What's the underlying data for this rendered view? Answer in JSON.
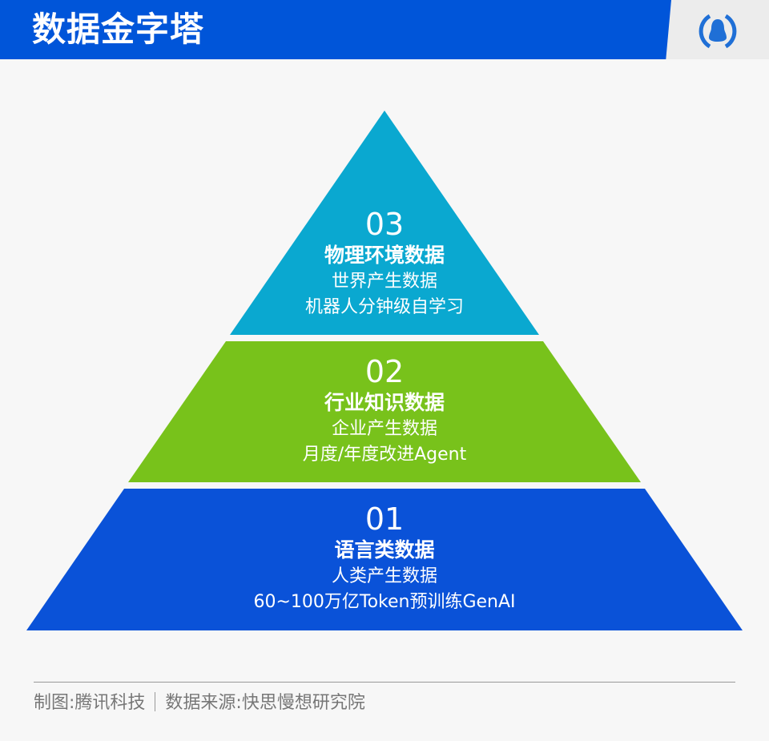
{
  "header": {
    "title": "数据金字塔",
    "logo_icon": "penguin-logo-icon"
  },
  "colors": {
    "header": "#0055d9",
    "tier3": "#0aa8d0",
    "tier2": "#78c21b",
    "tier1": "#0a52d8"
  },
  "tiers": [
    {
      "number": "03",
      "name": "物理环境数据",
      "line1": "世界产生数据",
      "line2": "机器人分钟级自学习"
    },
    {
      "number": "02",
      "name": "行业知识数据",
      "line1": "企业产生数据",
      "line2": "月度/年度改进Agent"
    },
    {
      "number": "01",
      "name": "语言类数据",
      "line1": "人类产生数据",
      "line2": "60~100万亿Token预训练GenAI"
    }
  ],
  "footer": {
    "credit": "制图:腾讯科技",
    "source": "数据来源:快思慢想研究院"
  }
}
